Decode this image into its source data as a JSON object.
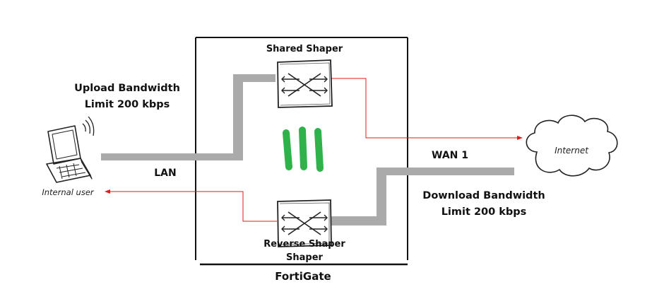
{
  "labels": {
    "shared_shaper": "Shared Shaper",
    "upload_line1": "Upload Bandwidth",
    "upload_line2": "Limit 200 kbps",
    "lan": "LAN",
    "internal_user": "Internal user",
    "wan1": "WAN 1",
    "internet": "Internet",
    "download_line1": "Download Bandwidth",
    "download_line2": "Limit 200 kbps",
    "reverse_shaper_line1": "Reverse Shaper",
    "reverse_shaper_line2": "Shaper",
    "fortigate": "FortiGate"
  },
  "colors": {
    "traffic_line": "#e01a1a",
    "link_gray": "#aaaaaa",
    "fortinet_green": "#2fb24a",
    "border": "#111111"
  }
}
